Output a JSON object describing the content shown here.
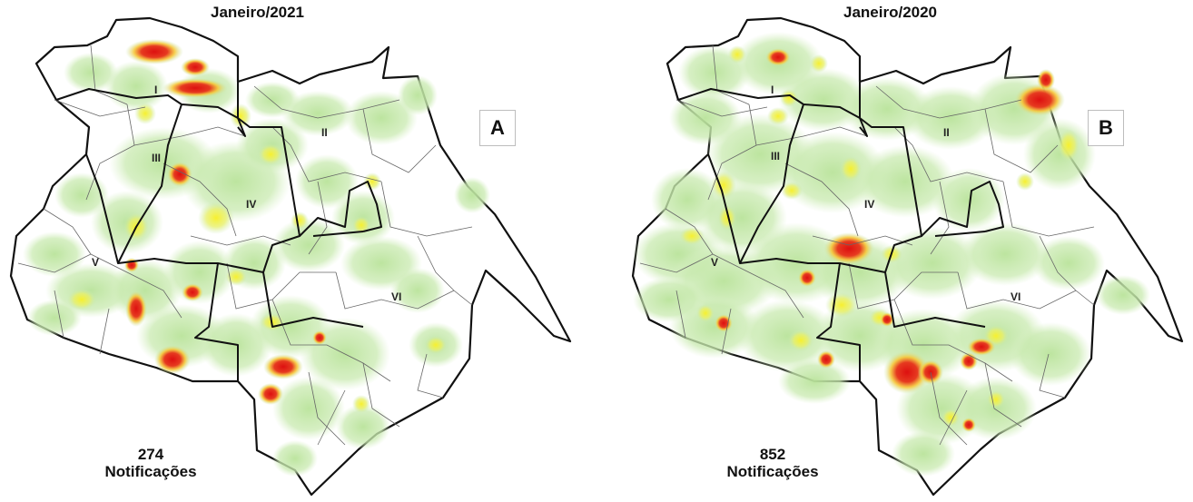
{
  "panels": [
    {
      "id": "A",
      "title": "Janeiro/2021",
      "letter": "A",
      "count_value": "274",
      "count_label": "Notificações",
      "regions": [
        "I",
        "II",
        "III",
        "IV",
        "V",
        "VI"
      ],
      "colors": {
        "low": "#c6e8a8",
        "mid": "#f6f03a",
        "high": "#e01818"
      }
    },
    {
      "id": "B",
      "title": "Janeiro/2020",
      "letter": "B",
      "count_value": "852",
      "count_label": "Notificações",
      "regions": [
        "I",
        "II",
        "III",
        "IV",
        "V",
        "VI"
      ],
      "colors": {
        "low": "#c6e8a8",
        "mid": "#f6f03a",
        "high": "#e01818"
      }
    }
  ]
}
